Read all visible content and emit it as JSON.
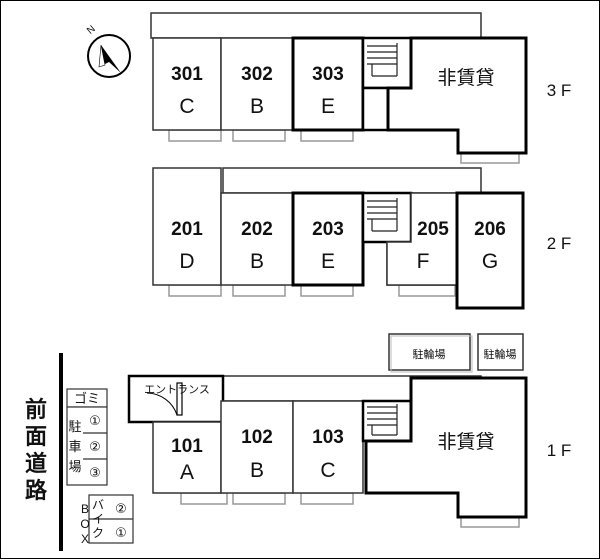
{
  "compass_label": "N",
  "floors": {
    "3": {
      "label": "3 F",
      "units": [
        {
          "number": "301",
          "type": "C"
        },
        {
          "number": "302",
          "type": "B"
        },
        {
          "number": "303",
          "type": "E"
        }
      ],
      "non_rental": "非賃貸"
    },
    "2": {
      "label": "2 F",
      "units": [
        {
          "number": "201",
          "type": "D"
        },
        {
          "number": "202",
          "type": "B"
        },
        {
          "number": "203",
          "type": "E"
        },
        {
          "number": "205",
          "type": "F"
        },
        {
          "number": "206",
          "type": "G"
        }
      ]
    },
    "1": {
      "label": "1 F",
      "entrance": "エントランス",
      "units": [
        {
          "number": "101",
          "type": "A"
        },
        {
          "number": "102",
          "type": "B"
        },
        {
          "number": "103",
          "type": "C"
        }
      ],
      "non_rental": "非賃貸"
    }
  },
  "bicycle_parking": [
    "駐輪場",
    "駐輪場"
  ],
  "road_label": [
    "前",
    "面",
    "道",
    "路"
  ],
  "garbage_label": "ゴミ",
  "parking": {
    "label": [
      "駐",
      "車",
      "場"
    ],
    "spaces": [
      "①",
      "②",
      "③"
    ]
  },
  "bike_box": {
    "label": [
      "バ",
      "イ",
      "ク"
    ],
    "spaces": [
      "②",
      "①"
    ]
  },
  "box_label": [
    "B",
    "O",
    "X"
  ]
}
